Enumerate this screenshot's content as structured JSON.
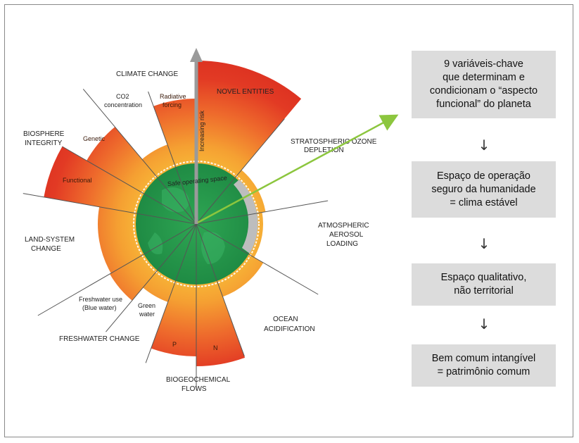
{
  "diagram": {
    "boundary_labels": {
      "climate_change": "CLIMATE CHANGE",
      "novel_entities": "NOVEL ENTITIES",
      "stratospheric_1": "STRATOSPHERIC OZONE",
      "stratospheric_2": "DEPLETION",
      "atmospheric_1": "ATMOSPHERIC",
      "atmospheric_2": "AEROSOL",
      "atmospheric_3": "LOADING",
      "ocean_1": "OCEAN",
      "ocean_2": "ACIDIFICATION",
      "biogeochemical_1": "BIOGEOCHEMICAL",
      "biogeochemical_2": "FLOWS",
      "freshwater_change": "FRESHWATER CHANGE",
      "land_system_1": "LAND-SYSTEM",
      "land_system_2": "CHANGE",
      "biosphere_1": "BIOSPHERE",
      "biosphere_2": "INTEGRITY"
    },
    "sub_labels": {
      "co2_1": "CO2",
      "co2_2": "concentration",
      "radiative_1": "Radiative",
      "radiative_2": "forcing",
      "genetic": "Genetic",
      "functional": "Functional",
      "freshwater_use_1": "Freshwater use",
      "freshwater_use_2": "(Blue water)",
      "green_water_1": "Green",
      "green_water_2": "water",
      "p": "P",
      "n": "N"
    },
    "safe_space": "Safe operating space",
    "increasing_risk": "Increasing risk",
    "colors": {
      "safe": "#2e9a4d",
      "risk_high": "#e23a24",
      "risk_mid": "#f28a2e",
      "risk_low": "#f8c13a",
      "connector_arrow": "#8cc63e"
    }
  },
  "flow": {
    "box1": [
      "9 variáveis-chave",
      "que determinam e",
      "condicionam o “aspecto",
      "funcional” do planeta"
    ],
    "box2": [
      "Espaço de operação",
      "seguro da humanidade",
      "= clima estável"
    ],
    "box3": [
      "Espaço qualitativo,",
      "não territorial"
    ],
    "box4": [
      "Bem comum intangível",
      "= patrimônio comum"
    ],
    "arrow_glyph": "↓"
  }
}
